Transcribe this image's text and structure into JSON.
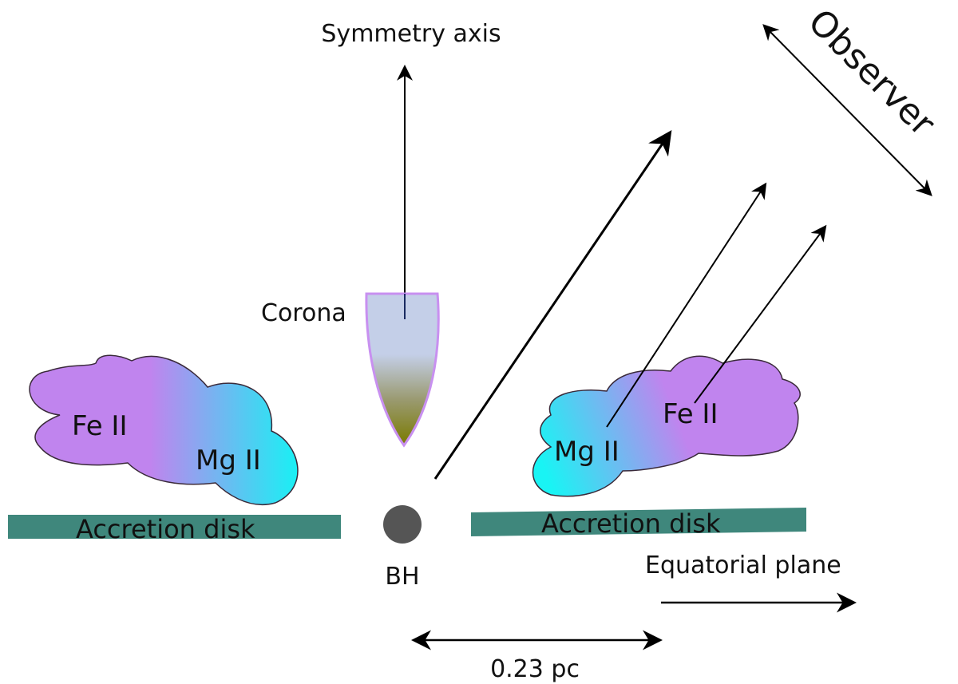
{
  "labels": {
    "symmetry_axis": "Symmetry axis",
    "observer": "Observer",
    "corona": "Corona",
    "bh": "BH",
    "left_cloud_fe": "Fe II",
    "left_cloud_mg": "Mg II",
    "right_cloud_fe": "Fe II",
    "right_cloud_mg": "Mg II",
    "left_disk": "Accretion disk",
    "right_disk": "Accretion disk",
    "equatorial_plane": "Equatorial plane",
    "scale": "0.23 pc"
  },
  "colors": {
    "disk": "#3f877c",
    "bh": "#555555",
    "cloud_fe": "#c084ee",
    "cloud_mg": "#19f0f4",
    "corona_top": "#c4cfe8",
    "corona_bottom": "#7a7a00",
    "corona_edge": "#c890f0",
    "arrow": "#000000"
  }
}
